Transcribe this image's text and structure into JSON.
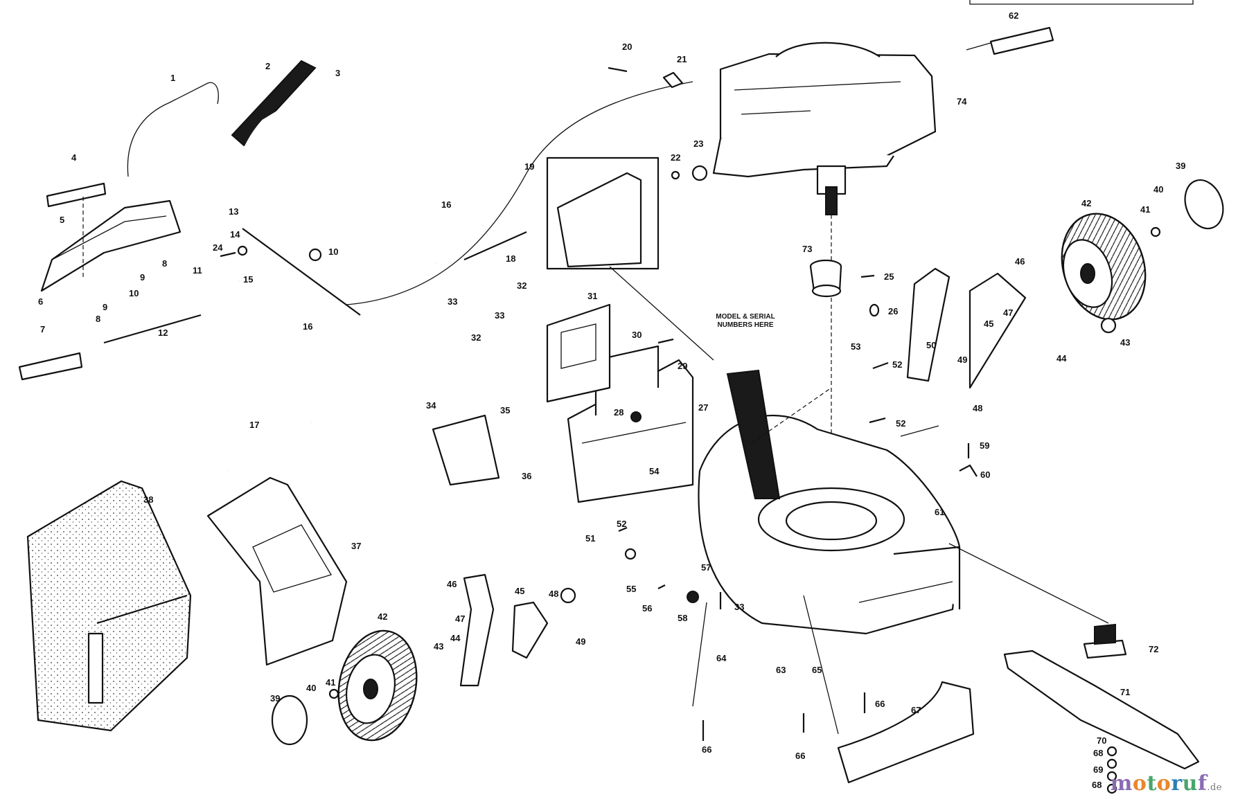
{
  "diagram": {
    "callout_text": [
      "MODEL & SERIAL",
      "NUMBERS HERE"
    ],
    "watermark": {
      "parts": [
        "m",
        "o",
        "t",
        "o",
        "r",
        "u",
        "f"
      ],
      "tld": ".de"
    },
    "part_numbers": {
      "p1": "1",
      "p2": "2",
      "p3": "3",
      "p4": "4",
      "p5": "5",
      "p6": "6",
      "p7": "7",
      "p8a": "8",
      "p8b": "8",
      "p9a": "9",
      "p9b": "9",
      "p10a": "10",
      "p10b": "10",
      "p11": "11",
      "p12": "12",
      "p13": "13",
      "p14": "14",
      "p15": "15",
      "p16a": "16",
      "p16b": "16",
      "p17": "17",
      "p18": "18",
      "p19": "19",
      "p20": "20",
      "p21": "21",
      "p22": "22",
      "p23": "23",
      "p24": "24",
      "p25": "25",
      "p26": "26",
      "p27": "27",
      "p28": "28",
      "p29": "29",
      "p30": "30",
      "p31": "31",
      "p32a": "32",
      "p32b": "32",
      "p33a": "33",
      "p33b": "33",
      "p33c": "33",
      "p34": "34",
      "p35": "35",
      "p36": "36",
      "p37": "37",
      "p38": "38",
      "p39a": "39",
      "p39b": "39",
      "p40a": "40",
      "p40b": "40",
      "p41a": "41",
      "p41b": "41",
      "p42a": "42",
      "p42b": "42",
      "p43a": "43",
      "p43b": "43",
      "p44a": "44",
      "p44b": "44",
      "p45a": "45",
      "p45b": "45",
      "p46a": "46",
      "p46b": "46",
      "p47a": "47",
      "p47b": "47",
      "p48a": "48",
      "p48b": "48",
      "p49a": "49",
      "p49b": "49",
      "p50": "50",
      "p51": "51",
      "p52a": "52",
      "p52b": "52",
      "p52c": "52",
      "p53": "53",
      "p54": "54",
      "p55": "55",
      "p56": "56",
      "p57": "57",
      "p58": "58",
      "p59": "59",
      "p60": "60",
      "p61": "61",
      "p62": "62",
      "p63": "63",
      "p64": "64",
      "p65": "65",
      "p66a": "66",
      "p66b": "66",
      "p66c": "66",
      "p67": "67",
      "p68a": "68",
      "p68b": "68",
      "p69": "69",
      "p70": "70",
      "p71": "71",
      "p72": "72",
      "p73": "73",
      "p74": "74"
    }
  }
}
